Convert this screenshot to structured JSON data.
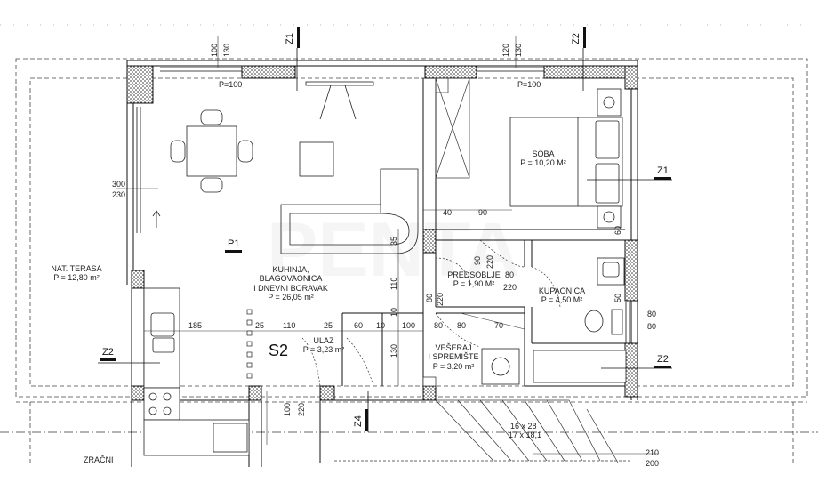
{
  "rooms": {
    "kitchen_line1": "KUHINJA,",
    "kitchen_line2": "BLAGOVAONICA",
    "kitchen_line3": "I DNEVNI BORAVAK",
    "kitchen_area": "P = 26,05 m²",
    "soba": "SOBA",
    "soba_area": "P = 10,20 M²",
    "predsoblje": "PREDSOBLJE",
    "predsoblje_area": "P = 1,90 M²",
    "kupaonica": "KUPAONICA",
    "kupaonica_area": "P = 4,50 M²",
    "ulaz": "ULAZ",
    "ulaz_area": "P = 3,23 m²",
    "veseraj_line1": "VEŠERAJ",
    "veseraj_line2": "I SPREMIŠTE",
    "veseraj_area": "P = 3,20 m²",
    "terasa": "NAT. TERASA",
    "terasa_area": "P = 12,80 m²",
    "zracni": "ZRAČNI"
  },
  "tags": {
    "z1_top": "Z1",
    "z2_top": "Z2",
    "z1_right": "Z1",
    "z2_right": "Z2",
    "z2_left": "Z2",
    "z4": "Z4",
    "p1": "P1",
    "s2": "S2"
  },
  "dims": {
    "d100a": "100",
    "d130a": "130",
    "d120": "120",
    "d130b": "130",
    "p100a": "P=100",
    "p100b": "P=100",
    "d300": "300",
    "d230": "230",
    "d40": "40",
    "d90": "90",
    "d90v": "90",
    "d220a": "220",
    "d80a": "80",
    "d220b": "220",
    "d35": "35",
    "d110v": "110",
    "d80v": "80",
    "d220c": "220",
    "d10": "10",
    "d130v": "130",
    "d185": "185",
    "d25a": "25",
    "d110h": "110",
    "d25b": "25",
    "d60": "60",
    "d10b": "10",
    "d100h": "100",
    "d80h": "80",
    "d80b": "80",
    "d70": "70",
    "d60v": "60",
    "d50v": "50",
    "d80r1": "80",
    "d80r2": "80",
    "d100v": "100",
    "d220d": "220",
    "stairs1": "16 x 28",
    "stairs2": "17 x 18,1",
    "d210": "210",
    "d200": "200"
  },
  "watermark": "PENTA"
}
